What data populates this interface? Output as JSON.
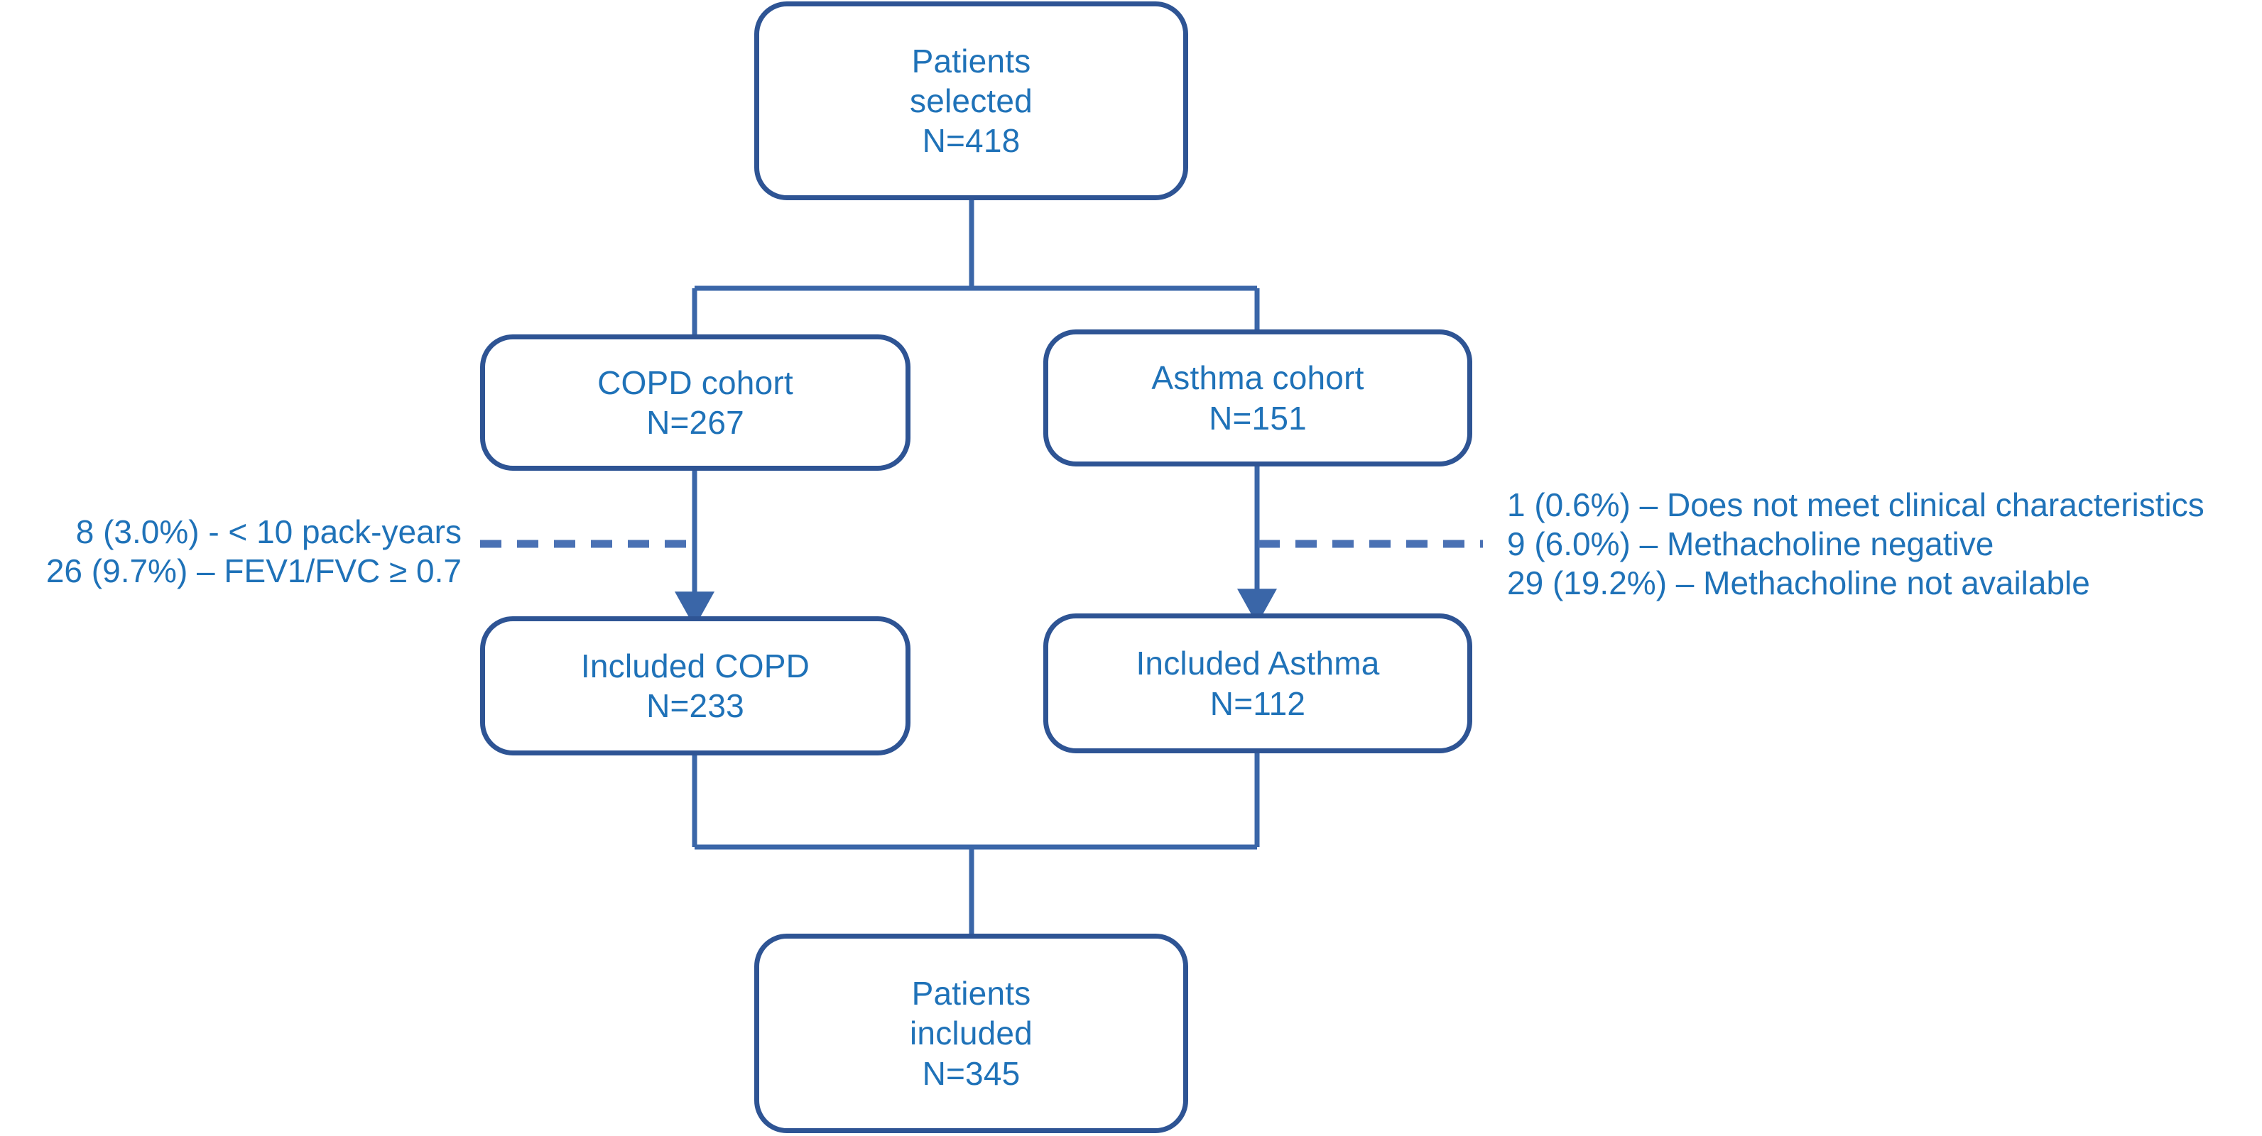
{
  "diagram": {
    "type": "flowchart",
    "title": "Patient selection flow diagram",
    "colors": {
      "border": "#2e5494",
      "connector": "#3a66a8",
      "text": "#1f72b8",
      "background": "#ffffff"
    },
    "nodes": {
      "selected": {
        "id": "selected",
        "lines": [
          "Patients",
          "selected",
          "N=418"
        ],
        "line1": "Patients",
        "line2": "selected",
        "line3": "N=418",
        "count": 418
      },
      "copd_cohort": {
        "id": "copd_cohort",
        "lines": [
          "COPD cohort",
          "N=267"
        ],
        "line1": "COPD cohort",
        "line2": "N=267",
        "count": 267
      },
      "asthma_cohort": {
        "id": "asthma_cohort",
        "lines": [
          "Asthma cohort",
          "N=151"
        ],
        "line1": "Asthma cohort",
        "line2": "N=151",
        "count": 151
      },
      "included_copd": {
        "id": "included_copd",
        "lines": [
          "Included COPD",
          "N=233"
        ],
        "line1": "Included COPD",
        "line2": "N=233",
        "count": 233
      },
      "included_asthma": {
        "id": "included_asthma",
        "lines": [
          "Included Asthma",
          "N=112"
        ],
        "line1": "Included Asthma",
        "line2": "N=112",
        "count": 112
      },
      "included": {
        "id": "included",
        "lines": [
          "Patients",
          "included",
          "N=345"
        ],
        "line1": "Patients",
        "line2": "included",
        "line3": "N=345",
        "count": 345
      }
    },
    "exclusions": {
      "copd": {
        "position": "left",
        "lines": [
          "8 (3.0%) - < 10 pack-years",
          "26 (9.7%) – FEV1/FVC ≥ 0.7"
        ],
        "line1": "8 (3.0%) - < 10 pack-years",
        "line2": "26 (9.7%) – FEV1/FVC ≥ 0.7"
      },
      "asthma": {
        "position": "right",
        "lines": [
          "1 (0.6%) – Does not meet clinical characteristics",
          "9 (6.0%) – Methacholine negative",
          "29 (19.2%) – Methacholine not available"
        ],
        "line1": "1 (0.6%) – Does not meet clinical characteristics",
        "line2": "9 (6.0%) – Methacholine negative",
        "line3": "29 (19.2%) – Methacholine not available"
      }
    }
  }
}
